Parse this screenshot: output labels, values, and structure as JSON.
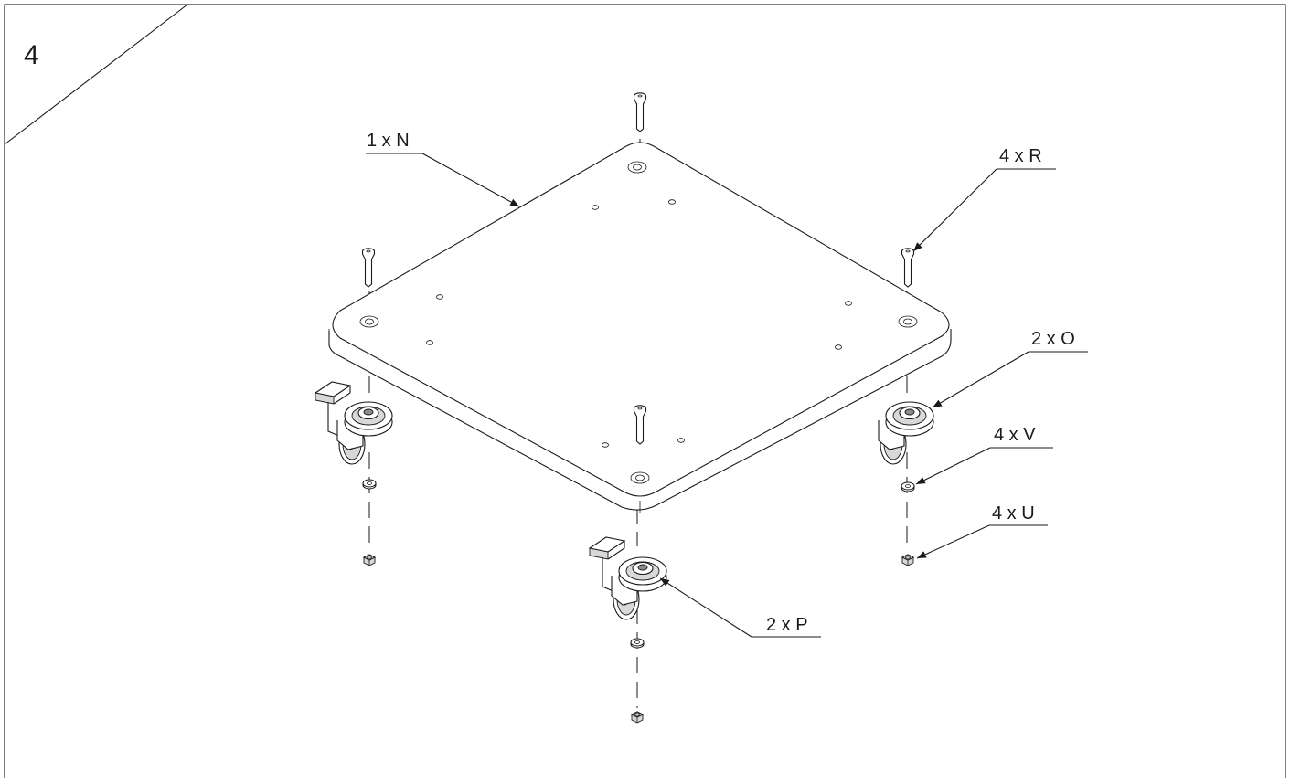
{
  "step_number": "4",
  "labels": {
    "panel": "1 x N",
    "screws": "4 x R",
    "casters_plain": "2 x O",
    "washers": "4 x V",
    "nuts": "4 x U",
    "casters_brake": "2 x P"
  },
  "parts": [
    {
      "id": "N",
      "name": "base-panel",
      "qty": 1
    },
    {
      "id": "R",
      "name": "flat-head-screw",
      "qty": 4
    },
    {
      "id": "O",
      "name": "caster-without-brake",
      "qty": 2
    },
    {
      "id": "P",
      "name": "caster-with-brake",
      "qty": 2
    },
    {
      "id": "V",
      "name": "washer",
      "qty": 4
    },
    {
      "id": "U",
      "name": "hex-nut",
      "qty": 4
    }
  ]
}
